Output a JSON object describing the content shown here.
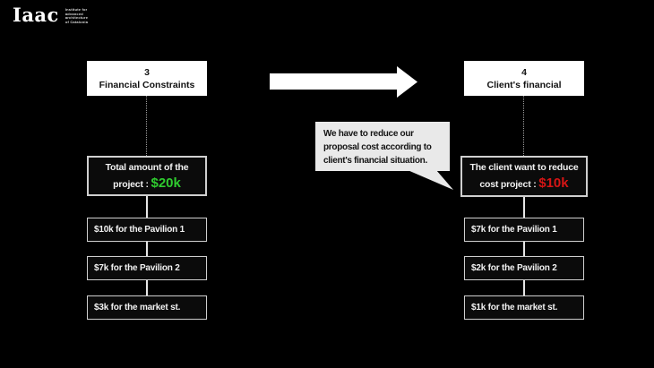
{
  "colors": {
    "background": "#000000",
    "box_border": "#cfcfcf",
    "green": "#2fcc2f",
    "red": "#d51515"
  },
  "logo": {
    "brand": "Iaac",
    "tagline": [
      "Institute for",
      "advanced",
      "architecture",
      "of Catalonia"
    ]
  },
  "left_flow": {
    "header": {
      "number": "3",
      "title": "Financial Constraints"
    },
    "summary": {
      "line1": "Total amount of the",
      "line2_prefix": "project : ",
      "amount": "$20k"
    },
    "items": [
      "$10k for the Pavilion 1",
      "$7k for the Pavilion 2",
      "$3k for the market st."
    ]
  },
  "right_flow": {
    "header": {
      "number": "4",
      "title": "Client's financial"
    },
    "summary": {
      "line1": "The client want to reduce",
      "line2_prefix": "cost project : ",
      "amount": "$10k"
    },
    "items": [
      "$7k for the Pavilion 1",
      "$2k for the Pavilion 2",
      "$1k for the market st."
    ]
  },
  "bubble": {
    "text": "We have to reduce our proposal cost according to client's financial situation."
  }
}
